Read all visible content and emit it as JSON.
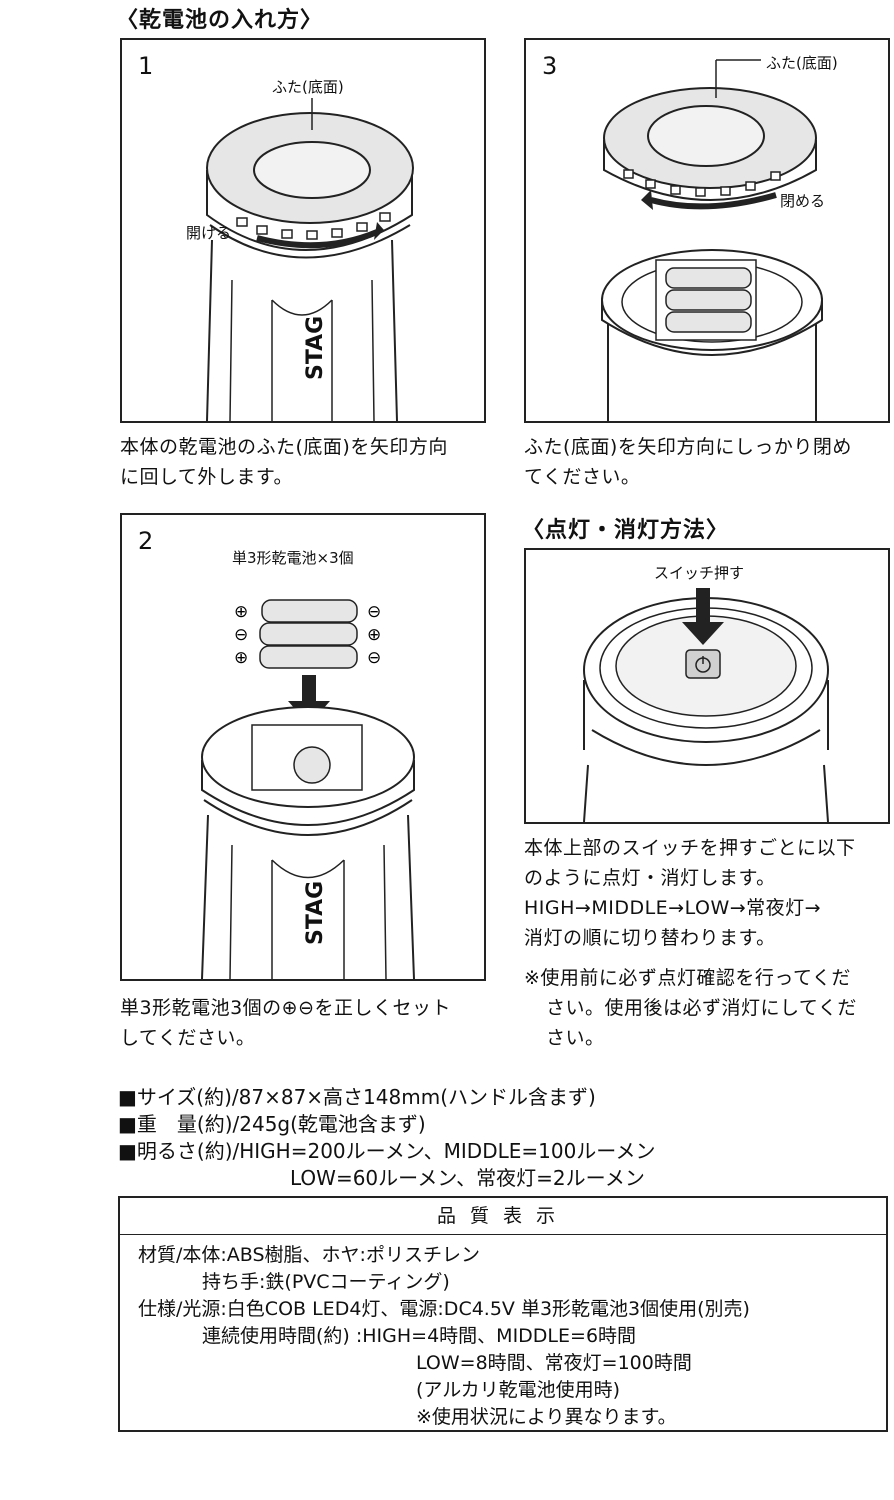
{
  "section_battery_title": "〈乾電池の入れ方〉",
  "section_lighting_title": "〈点灯・消灯方法〉",
  "step1": {
    "number": "1",
    "lid_label": "ふた(底面)",
    "open_label": "開ける",
    "brand": "STAG",
    "caption_line1": "本体の乾電池のふた(底面)を矢印方向",
    "caption_line2": "に回して外します。"
  },
  "step2": {
    "number": "2",
    "battery_label": "単3形乾電池×3個",
    "plus_symbol": "⊕",
    "minus_symbol": "⊖",
    "brand": "STAG",
    "caption_line1": "単3形乾電池3個の⊕⊖を正しくセット",
    "caption_line2": "してください。"
  },
  "step3": {
    "number": "3",
    "lid_label": "ふた(底面)",
    "close_label": "閉める",
    "caption_line1": "ふた(底面)を矢印方向にしっかり閉め",
    "caption_line2": "てください。"
  },
  "switch": {
    "press_label": "スイッチ押す",
    "caption_line1": "本体上部のスイッチを押すごとに以下",
    "caption_line2": "のように点灯・消灯します。",
    "caption_line3": "HIGH→MIDDLE→LOW→常夜灯→",
    "caption_line4": "消灯の順に切り替わります。",
    "note_line1": "※使用前に必ず点灯確認を行ってくだ",
    "note_line2": "さい。使用後は必ず消灯にしてくだ",
    "note_line3": "さい。"
  },
  "specs": {
    "size": "■サイズ(約)/87×87×高さ148mm(ハンドル含まず)",
    "weight": "■重　量(約)/245g(乾電池含まず)",
    "brightness1": "■明るさ(約)/HIGH=200ルーメン、MIDDLE=100ルーメン",
    "brightness2": "LOW=60ルーメン、常夜灯=2ルーメン"
  },
  "quality": {
    "header": "品質表示",
    "line1": "材質/本体:ABS樹脂、ホヤ:ポリスチレン",
    "line2": "持ち手:鉄(PVCコーティング)",
    "line3": "仕様/光源:白色COB LED4灯、電源:DC4.5V 単3形乾電池3個使用(別売)",
    "line4": "連続使用時間(約) :HIGH=4時間、MIDDLE=6時間",
    "line5": "LOW=8時間、常夜灯=100時間",
    "line6": "(アルカリ乾電池使用時)",
    "line7": "※使用状況により異なります。"
  },
  "colors": {
    "ink": "#111111",
    "line": "#222222",
    "cap_fill": "#e6e6e6",
    "light_fill": "#f2f2f2",
    "switch_fill": "#d0d0d0"
  }
}
